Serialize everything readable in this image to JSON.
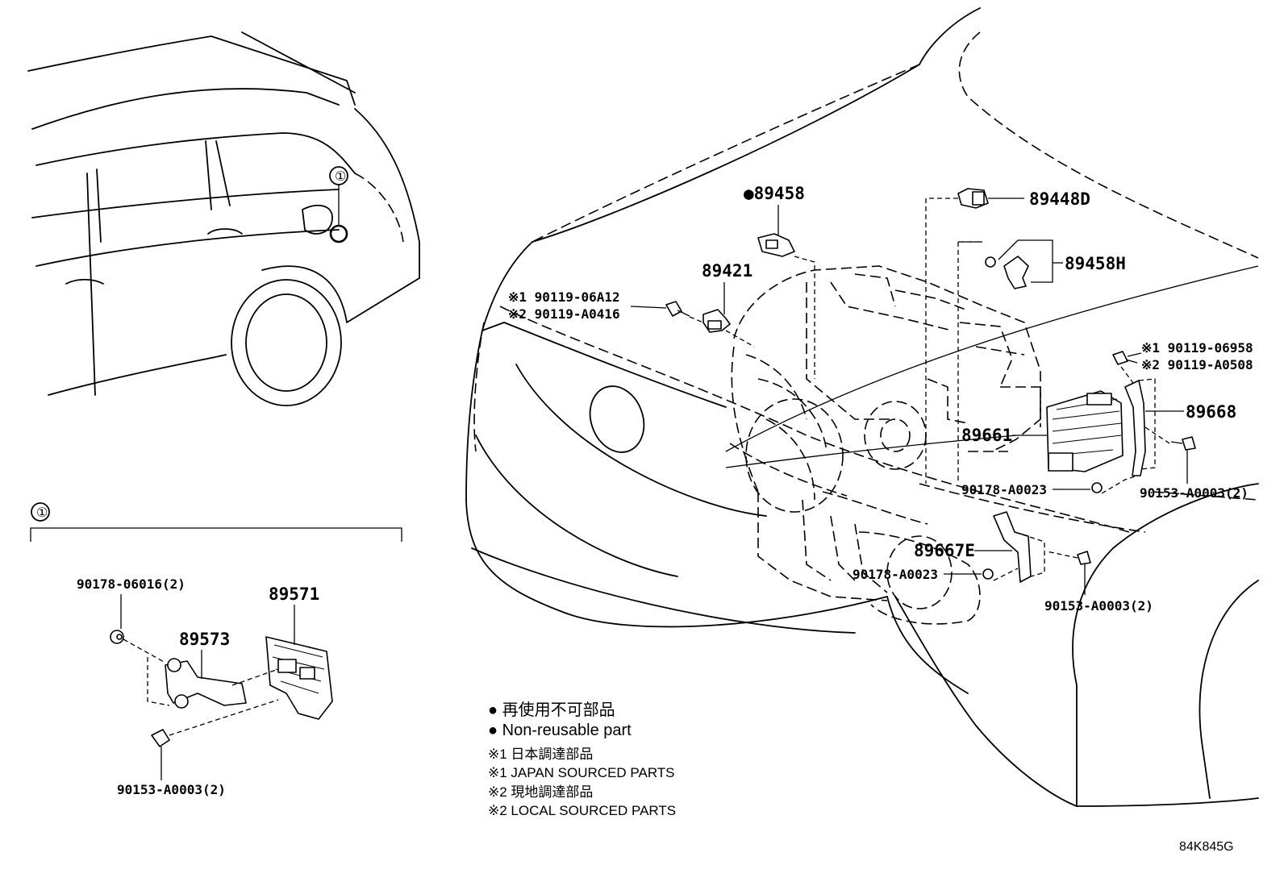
{
  "callout_marker": "①",
  "part_numbers": {
    "p89458": "●89458",
    "p89448d": "89448D",
    "p89458h": "89458H",
    "p89421": "89421",
    "p89668": "89668",
    "p89661": "89661",
    "p89667e": "89667E",
    "p89571": "89571",
    "p89573": "89573"
  },
  "fasteners": {
    "bolt_left_1": "※1 90119-06A12",
    "bolt_left_2": "※2 90119-A0416",
    "bolt_right_1": "※1 90119-06958",
    "bolt_right_2": "※2 90119-A0508",
    "nut_upper": "90178-A0023",
    "nut_lower": "90178-A0023",
    "bolt_90153_right": "90153-A0003(2)",
    "bolt_90153_mid": "90153-A0003(2)",
    "inset_nut": "90178-06016(2)",
    "inset_bolt": "90153-A0003(2)"
  },
  "legend": {
    "line1": "● 再使用不可部品",
    "line2": "● Non-reusable part",
    "line3": "※1 日本調達部品",
    "line4": "※1 JAPAN SOURCED PARTS",
    "line5": "※2 現地調達部品",
    "line6": "※2 LOCAL SOURCED PARTS"
  },
  "diagram_code": "84K845G"
}
